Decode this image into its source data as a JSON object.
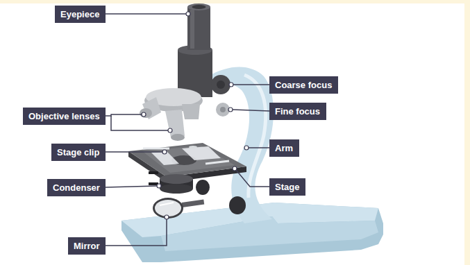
{
  "diagram": {
    "nodes": [
      {
        "text": [
          "Eyepiece"
        ]
      },
      {
        "text": [
          "Coarse focus"
        ]
      },
      {
        "text": [
          "Fine focus"
        ]
      },
      {
        "text": [
          "Objective lenses"
        ]
      },
      {
        "text": [
          "Arm"
        ]
      },
      {
        "text": [
          "Stage clip"
        ]
      },
      {
        "text": [
          "Stage"
        ]
      },
      {
        "text": [
          "Condenser"
        ]
      },
      {
        "text": [
          "Mirror"
        ]
      }
    ]
  }
}
